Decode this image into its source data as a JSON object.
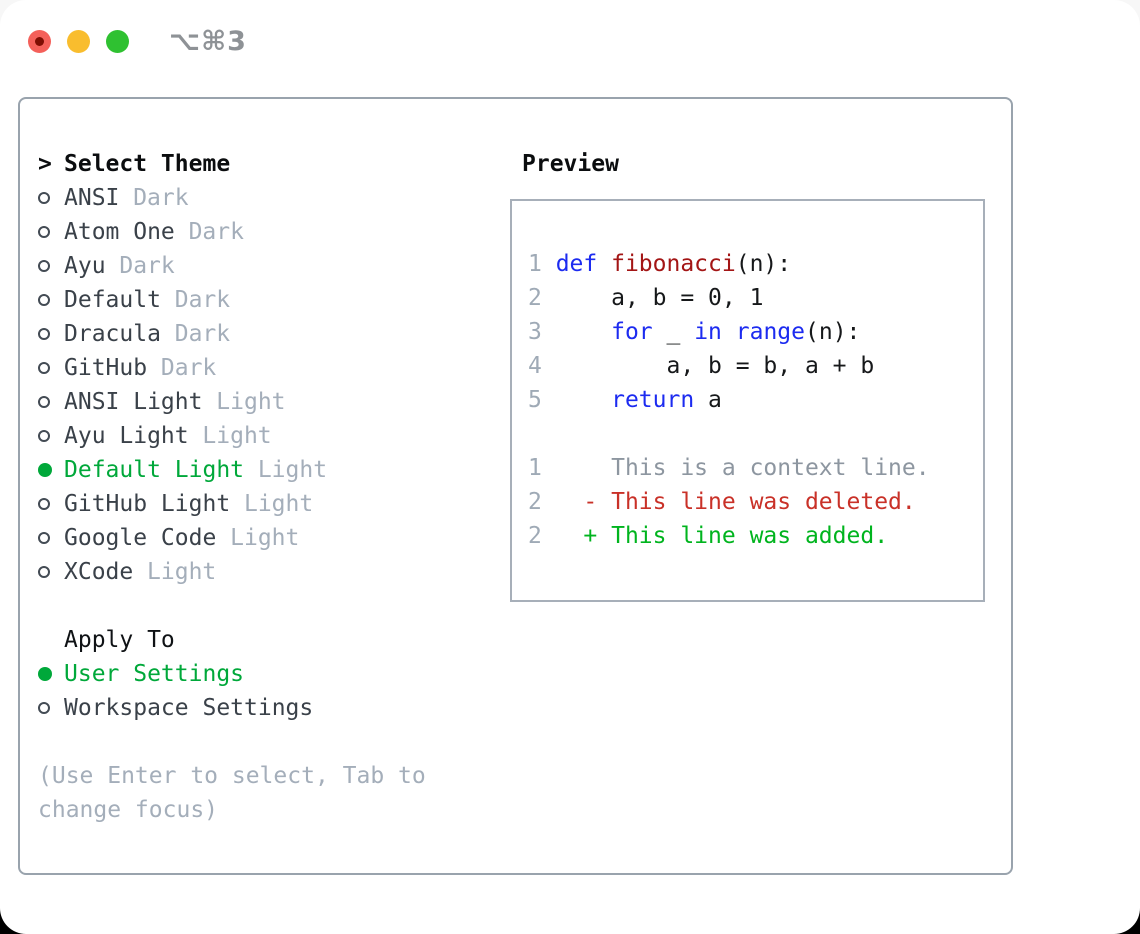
{
  "window": {
    "title": "⌥⌘3",
    "traffic_lights": [
      "close",
      "minimize",
      "zoom"
    ]
  },
  "theme_picker": {
    "prompt": ">",
    "title": "Select Theme",
    "items": [
      {
        "name": "ANSI",
        "variant": "Dark",
        "selected": false
      },
      {
        "name": "Atom One",
        "variant": "Dark",
        "selected": false
      },
      {
        "name": "Ayu",
        "variant": "Dark",
        "selected": false
      },
      {
        "name": "Default",
        "variant": "Dark",
        "selected": false
      },
      {
        "name": "Dracula",
        "variant": "Dark",
        "selected": false
      },
      {
        "name": "GitHub",
        "variant": "Dark",
        "selected": false
      },
      {
        "name": "ANSI Light",
        "variant": "Light",
        "selected": false
      },
      {
        "name": "Ayu Light",
        "variant": "Light",
        "selected": false
      },
      {
        "name": "Default Light",
        "variant": "Light",
        "selected": true
      },
      {
        "name": "GitHub Light",
        "variant": "Light",
        "selected": false
      },
      {
        "name": "Google Code",
        "variant": "Light",
        "selected": false
      },
      {
        "name": "XCode",
        "variant": "Light",
        "selected": false
      }
    ],
    "apply_to": {
      "title": "Apply To",
      "options": [
        {
          "label": "User Settings",
          "selected": true
        },
        {
          "label": "Workspace Settings",
          "selected": false
        }
      ]
    },
    "hint": "(Use Enter to select, Tab to change focus)"
  },
  "preview": {
    "title": "Preview",
    "code_lines": [
      {
        "num": "1",
        "tokens": [
          {
            "t": "def ",
            "c": "keyword"
          },
          {
            "t": "fibonacci",
            "c": "function"
          },
          {
            "t": "(n):",
            "c": "plain"
          }
        ]
      },
      {
        "num": "2",
        "tokens": [
          {
            "t": "    a, b = 0, 1",
            "c": "plain"
          }
        ]
      },
      {
        "num": "3",
        "tokens": [
          {
            "t": "    ",
            "c": "plain"
          },
          {
            "t": "for",
            "c": "keyword"
          },
          {
            "t": " _ ",
            "c": "plain"
          },
          {
            "t": "in",
            "c": "keyword"
          },
          {
            "t": " ",
            "c": "plain"
          },
          {
            "t": "range",
            "c": "keyword"
          },
          {
            "t": "(n):",
            "c": "plain"
          }
        ]
      },
      {
        "num": "4",
        "tokens": [
          {
            "t": "        a, b = b, a + b",
            "c": "plain"
          }
        ]
      },
      {
        "num": "5",
        "tokens": [
          {
            "t": "    ",
            "c": "plain"
          },
          {
            "t": "return",
            "c": "keyword"
          },
          {
            "t": " a",
            "c": "plain"
          }
        ]
      }
    ],
    "diff_lines": [
      {
        "num": "1",
        "text": "     This is a context line.",
        "kind": "context"
      },
      {
        "num": "2",
        "text": "   - This line was deleted.",
        "kind": "deleted"
      },
      {
        "num": "2",
        "text": "   + This line was added.",
        "kind": "added"
      }
    ]
  },
  "colors": {
    "keyword_blue": "#1c2bf0",
    "function_red": "#a31515",
    "selection_green": "#00a83a",
    "diff_added_green": "#00b41e",
    "diff_deleted_red": "#c93128",
    "diff_context_gray": "#8d96a0",
    "line_number_gray": "#9faab6",
    "muted_gray": "#a4aeba",
    "text_dark": "#16181a",
    "panel_border": "#99a3ad",
    "preview_border": "#a7afb9",
    "traffic_red": "#f4605a",
    "traffic_yellow": "#f9bd2e",
    "traffic_green": "#2fc131"
  }
}
